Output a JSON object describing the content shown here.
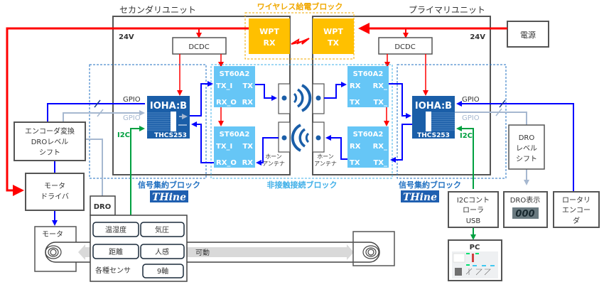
{
  "units": {
    "secondary": {
      "title": "セカンダリユニット",
      "voltage": "24V",
      "dcdc": "DCDC"
    },
    "primary": {
      "title": "プライマリユニット",
      "voltage": "24V",
      "dcdc": "DCDC"
    }
  },
  "wpt_block": {
    "title": "ワイヤレス給電ブロック",
    "rx": {
      "line1": "WPT",
      "line2": "RX"
    },
    "tx": {
      "line1": "WPT",
      "line2": "TX"
    }
  },
  "power_source": "電源",
  "contactless_block": {
    "title": "非接触接続ブロック",
    "chips": [
      {
        "name": "ST60A2",
        "left_top": "TX_I",
        "right_top": "TX",
        "left_bottom": "RX_O",
        "right_bottom": "RX"
      },
      {
        "name": "ST60A2",
        "left_top": "TX_I",
        "right_top": "TX",
        "left_bottom": "RX_O",
        "right_bottom": "RX"
      },
      {
        "name": "ST60A2",
        "left_top": "RX",
        "right_top": "RX_",
        "left_bottom": "TX",
        "right_bottom": "TX_"
      },
      {
        "name": "ST60A2",
        "left_top": "RX",
        "right_top": "RX_",
        "left_bottom": "TX",
        "right_bottom": "TX_"
      }
    ],
    "horn_antenna_left": {
      "line1": "ホーン",
      "line2": "アンテナ"
    },
    "horn_antenna_right": {
      "line1": "ホーン",
      "line2": "アンテナ"
    }
  },
  "signal_block": {
    "title": "信号集約ブロック",
    "logo": "THine",
    "chip_title": "IOHA:B",
    "chip_model": "THCS253",
    "gpio_label": "GPIO",
    "gpio_label2": "GPIO",
    "i2c_label": "I2C"
  },
  "left_side": {
    "encoder_conv": {
      "line1": "エンコーダ変換",
      "line2": "DROレベル",
      "line3": "シフト"
    },
    "motor_driver": {
      "line1": "モータ",
      "line2": "ドライバ"
    },
    "motor": "モータ",
    "dro": "DRO",
    "sensors": {
      "items": [
        "温湿度",
        "気圧",
        "距離",
        "人感",
        "9軸"
      ],
      "label": "各種センサ"
    },
    "movable": "可動"
  },
  "right_side": {
    "dro_level_shift": {
      "line1": "DRO",
      "line2": "レベル",
      "line3": "シフト"
    },
    "i2c_controller": {
      "line1": "I2Cコント",
      "line2": "ローラ",
      "line3": "USB"
    },
    "dro_display": {
      "label": "DRO表示",
      "digits": "000"
    },
    "rotary_encoder": {
      "line1": "ロータリ",
      "line2": "エンコー",
      "line3": "ダ"
    },
    "pc": "PC"
  },
  "colors": {
    "power": "#ff0000",
    "signal": "#0000ff",
    "gpio_light": "#a6b8d0",
    "i2c": "#00a040",
    "wpt": "#ffc000",
    "st60": "#66c6f6",
    "ioha": "#1a5ea8",
    "block_blue": "#1f6fc0",
    "contactless_blue": "#41b0e8"
  }
}
